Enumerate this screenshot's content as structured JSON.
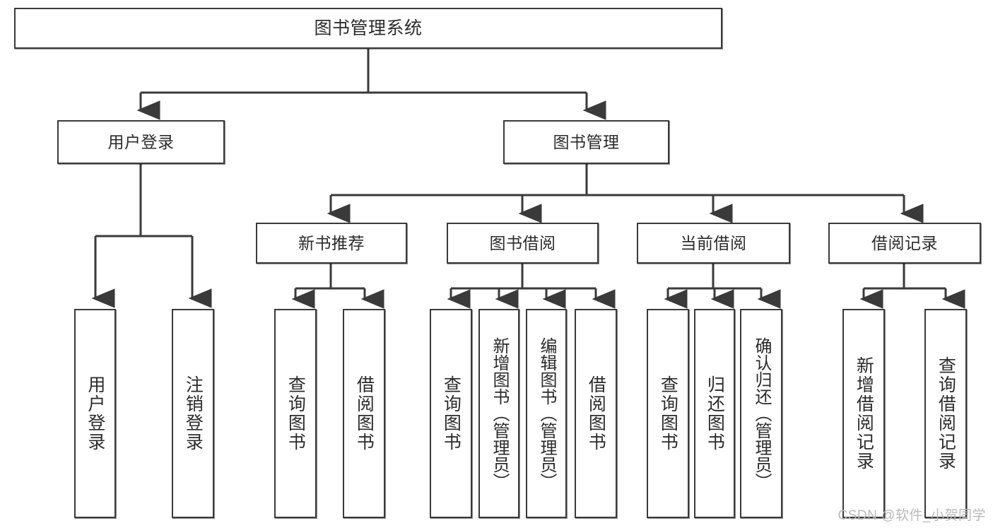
{
  "diagram": {
    "type": "tree-hierarchy",
    "title": "图书管理系统",
    "orientation": "top-down",
    "stroke_color": "#3a3a3a",
    "fill_color": "#ffffff",
    "text_color": "#2b2b2b"
  },
  "root": {
    "label": "图书管理系统"
  },
  "level2": [
    {
      "label": "用户登录"
    },
    {
      "label": "图书管理"
    }
  ],
  "level3": [
    {
      "label": "新书推荐"
    },
    {
      "label": "图书借阅"
    },
    {
      "label": "当前借阅"
    },
    {
      "label": "借阅记录"
    }
  ],
  "leaves": [
    {
      "label": "用户登录",
      "parent": "用户登录"
    },
    {
      "label": "注销登录",
      "parent": "用户登录"
    },
    {
      "label": "查询图书",
      "parent": "新书推荐"
    },
    {
      "label": "借阅图书",
      "parent": "新书推荐"
    },
    {
      "label": "查询图书",
      "parent": "图书借阅"
    },
    {
      "label": "新增图书（管理员）",
      "parent": "图书借阅"
    },
    {
      "label": "编辑图书（管理员）",
      "parent": "图书借阅"
    },
    {
      "label": "借阅图书",
      "parent": "图书借阅"
    },
    {
      "label": "查询图书",
      "parent": "当前借阅"
    },
    {
      "label": "归还图书",
      "parent": "当前借阅"
    },
    {
      "label": "确认归还（管理员）",
      "parent": "当前借阅"
    },
    {
      "label": "新增借阅记录",
      "parent": "借阅记录"
    },
    {
      "label": "查询借阅记录",
      "parent": "借阅记录"
    }
  ],
  "watermark": {
    "text": "CSDN @软件_小贺同学"
  }
}
